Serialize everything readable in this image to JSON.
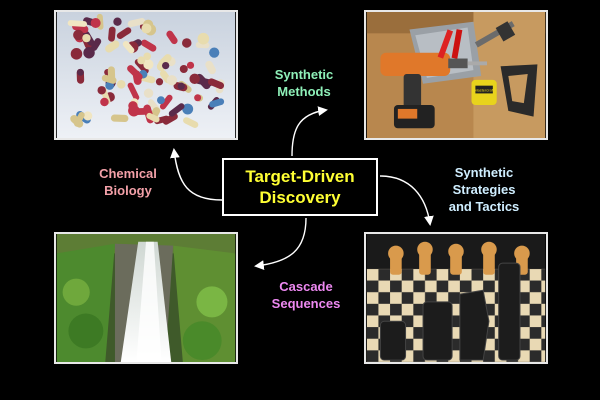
{
  "center": {
    "title_line1": "Target-Driven",
    "title_line2": "Discovery"
  },
  "labels": {
    "synthetic_methods": [
      "Synthetic",
      "Methods"
    ],
    "chemical_biology": [
      "Chemical",
      "Biology"
    ],
    "synthetic_strategies": [
      "Synthetic",
      "Strategies",
      "and Tactics"
    ],
    "cascade_sequences": [
      "Cascade",
      "Sequences"
    ]
  },
  "colors": {
    "center_text": "#ffff33",
    "synthetic_methods": "#8ef0b8",
    "chemical_biology": "#f3a0a8",
    "synthetic_strategies": "#cfeeff",
    "cascade_sequences": "#ec88f0",
    "arrow": "#ffffff",
    "background": "#000000"
  },
  "photos": {
    "top_left": "pills-photo",
    "top_right": "tools-photo",
    "bottom_left": "waterfall-photo",
    "bottom_right": "chess-photo"
  },
  "tape_text": "Mastercraft"
}
